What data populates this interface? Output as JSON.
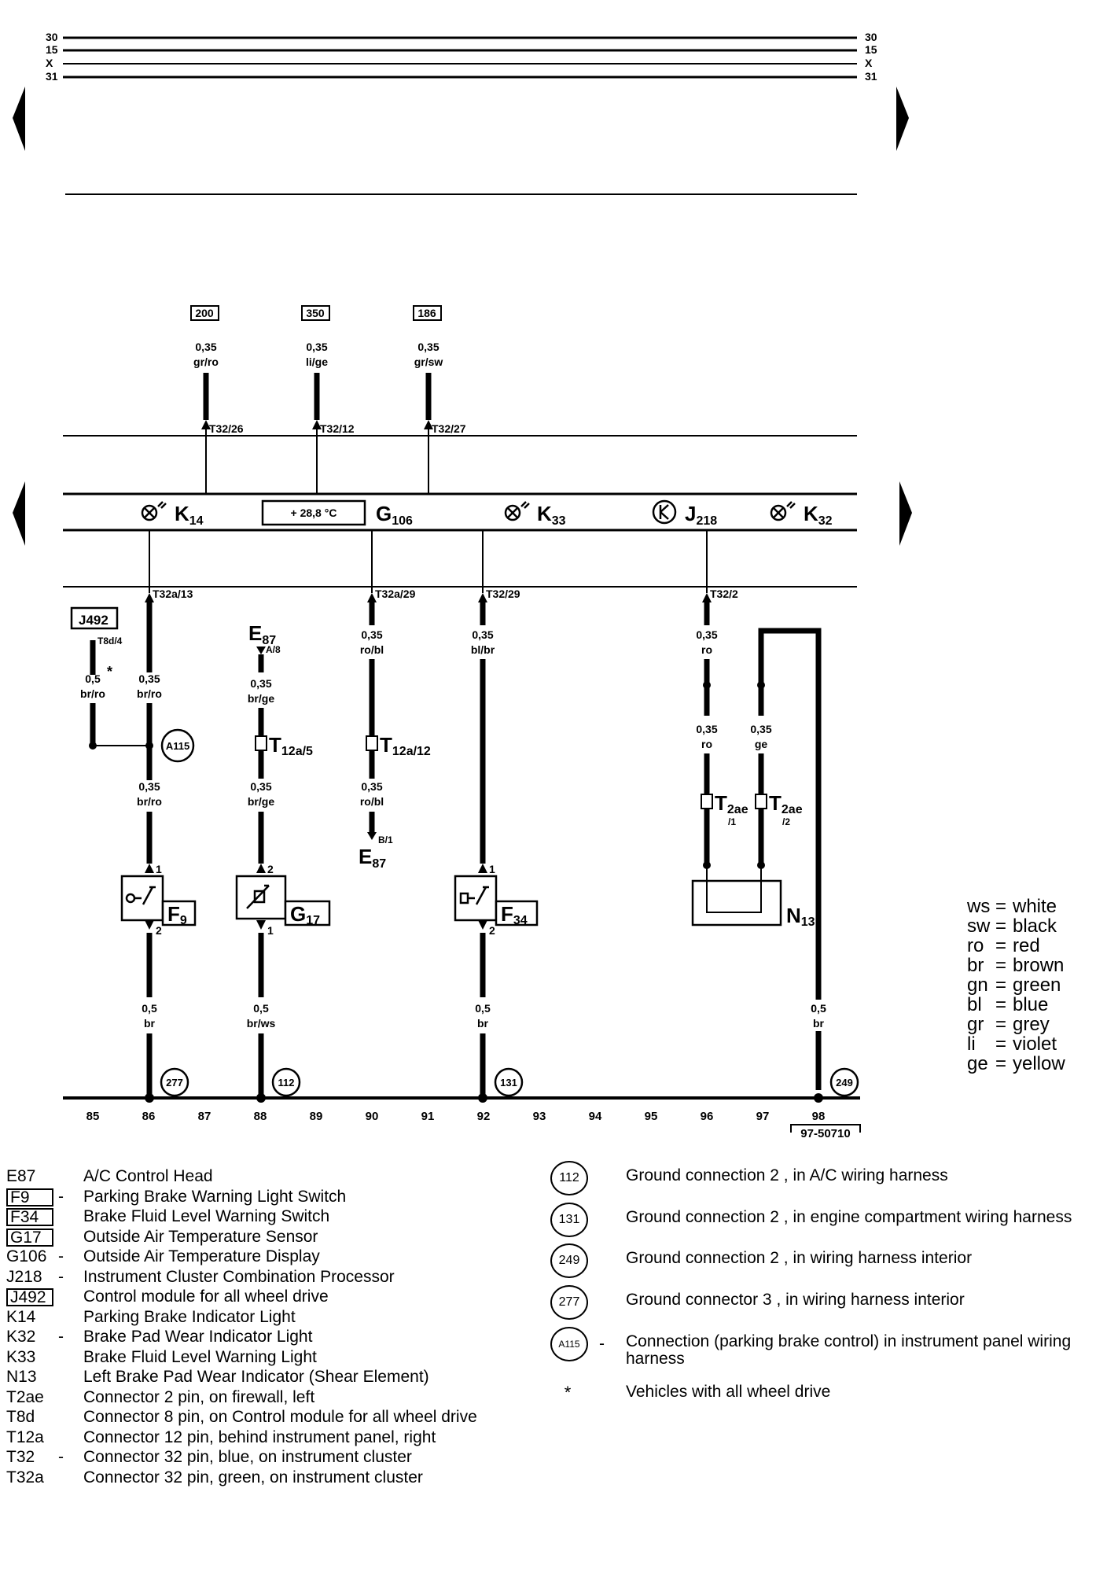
{
  "bus": {
    "left_labels": [
      "30",
      "15",
      "X",
      "31"
    ],
    "right_labels": [
      "30",
      "15",
      "X",
      "31"
    ]
  },
  "top_refs": [
    {
      "ref": "200",
      "size": "0,35",
      "color": "gr/ro",
      "pin": "T32/26"
    },
    {
      "ref": "350",
      "size": "0,35",
      "color": "li/ge",
      "pin": "T32/12"
    },
    {
      "ref": "186",
      "size": "0,35",
      "color": "gr/sw",
      "pin": "T32/27"
    }
  ],
  "cluster": {
    "k14": {
      "main": "K",
      "sub": "14"
    },
    "display": "+ 28,8 °C",
    "g106": {
      "main": "G",
      "sub": "106"
    },
    "k33": {
      "main": "K",
      "sub": "33"
    },
    "j218": {
      "main": "J",
      "sub": "218"
    },
    "k32": {
      "main": "K",
      "sub": "32"
    }
  },
  "pins_bottom": [
    "T32a/13",
    "T32a/29",
    "T32/29",
    "T32/2"
  ],
  "wires": {
    "j492": {
      "label": "J492",
      "pin": "T8d/4",
      "size": "0,5",
      "color": "br/ro",
      "star": "*"
    },
    "t32a13_upper": {
      "size": "0,35",
      "color": "br/ro"
    },
    "t32a13_lower": {
      "size": "0,35",
      "color": "br/ro"
    },
    "a115": "A115",
    "e87_top": {
      "main": "E",
      "sub": "87",
      "pin": "A/8"
    },
    "g17_upper": {
      "size": "0,35",
      "color": "br/ge"
    },
    "t12a5": {
      "main": "T",
      "sub": "12a/5"
    },
    "g17_lower": {
      "size": "0,35",
      "color": "br/ge"
    },
    "g106_upper": {
      "size": "0,35",
      "color": "ro/bl"
    },
    "t12a12": {
      "main": "T",
      "sub": "12a/12"
    },
    "g106_lower": {
      "size": "0,35",
      "color": "ro/bl"
    },
    "e87_bottom": {
      "main": "E",
      "sub": "87",
      "pin": "B/1"
    },
    "k33_upper": {
      "size": "0,35",
      "color": "bl/br"
    },
    "j218_upper": {
      "size": "0,35",
      "color": "ro"
    },
    "n13_left": {
      "size": "0,35",
      "color": "ro"
    },
    "n13_right": {
      "size": "0,35",
      "color": "ge"
    },
    "t2ae1": {
      "main": "T",
      "sub": "2ae",
      "pin": "/1"
    },
    "t2ae2": {
      "main": "T",
      "sub": "2ae",
      "pin": "/2"
    }
  },
  "components": {
    "f9": {
      "main": "F",
      "sub": "9",
      "pin_top": "1",
      "pin_bottom": "2"
    },
    "g17": {
      "main": "G",
      "sub": "17",
      "pin_top": "2",
      "pin_bottom": "1"
    },
    "f34": {
      "main": "F",
      "sub": "34",
      "pin_top": "1",
      "pin_bottom": "2"
    },
    "n13": {
      "main": "N",
      "sub": "13"
    }
  },
  "ground_wires": [
    {
      "size": "0,5",
      "color": "br",
      "ground": "277"
    },
    {
      "size": "0,5",
      "color": "br/ws",
      "ground": "112"
    },
    {
      "size": "0,5",
      "color": "br",
      "ground": "131"
    },
    {
      "size": "0,5",
      "color": "br",
      "ground": "249"
    }
  ],
  "tracks": [
    "85",
    "86",
    "87",
    "88",
    "89",
    "90",
    "91",
    "92",
    "93",
    "94",
    "95",
    "96",
    "97",
    "98"
  ],
  "diagram_code": "97-50710",
  "color_legend": [
    {
      "code": "ws",
      "name": "white"
    },
    {
      "code": "sw",
      "name": "black"
    },
    {
      "code": "ro",
      "name": "red"
    },
    {
      "code": "br",
      "name": "brown"
    },
    {
      "code": "gn",
      "name": "green"
    },
    {
      "code": "bl",
      "name": "blue"
    },
    {
      "code": "gr",
      "name": "grey"
    },
    {
      "code": "li",
      "name": "violet"
    },
    {
      "code": "ge",
      "name": "yellow"
    }
  ],
  "component_list": [
    {
      "code": "E87",
      "dash": "",
      "desc": "A/C Control Head",
      "boxed": false
    },
    {
      "code": "F9",
      "dash": "-",
      "desc": "Parking Brake Warning Light Switch",
      "boxed": true
    },
    {
      "code": "F34",
      "dash": "",
      "desc": "Brake Fluid Level Warning Switch",
      "boxed": true
    },
    {
      "code": "G17",
      "dash": "",
      "desc": "Outside Air Temperature Sensor",
      "boxed": true
    },
    {
      "code": "G106",
      "dash": "-",
      "desc": "Outside Air Temperature Display",
      "boxed": false
    },
    {
      "code": "J218",
      "dash": "-",
      "desc": "Instrument Cluster Combination Processor",
      "boxed": false
    },
    {
      "code": "J492",
      "dash": "",
      "desc": "Control module for all wheel drive",
      "boxed": true
    },
    {
      "code": "K14",
      "dash": "",
      "desc": "Parking Brake Indicator Light",
      "boxed": false
    },
    {
      "code": "K32",
      "dash": "-",
      "desc": "Brake Pad Wear Indicator Light",
      "boxed": false
    },
    {
      "code": "K33",
      "dash": "",
      "desc": "Brake Fluid Level Warning Light",
      "boxed": false
    },
    {
      "code": "N13",
      "dash": "",
      "desc": "Left Brake Pad Wear Indicator (Shear Element)",
      "boxed": false
    },
    {
      "code": "T2ae",
      "dash": "",
      "desc": "Connector 2 pin, on firewall, left",
      "boxed": false
    },
    {
      "code": "T8d",
      "dash": "",
      "desc": "Connector 8 pin, on Control module for all wheel drive",
      "boxed": false
    },
    {
      "code": "T12a",
      "dash": "",
      "desc": "Connector 12 pin, behind instrument panel, right",
      "boxed": false
    },
    {
      "code": "T32",
      "dash": "-",
      "desc": "Connector 32 pin, blue, on instrument cluster",
      "boxed": false
    },
    {
      "code": "T32a",
      "dash": "",
      "desc": "Connector 32 pin, green, on instrument cluster",
      "boxed": false
    }
  ],
  "ground_list": [
    {
      "id": "112",
      "dash": "",
      "desc": "Ground connection 2 , in A/C wiring harness"
    },
    {
      "id": "131",
      "dash": "",
      "desc": "Ground connection 2 , in engine compartment wiring harness"
    },
    {
      "id": "249",
      "dash": "",
      "desc": "Ground connection 2 , in wiring harness interior"
    },
    {
      "id": "277",
      "dash": "",
      "desc": "Ground connector 3 , in wiring harness interior"
    },
    {
      "id": "A115",
      "dash": "-",
      "desc": "Connection (parking brake control) in instrument panel wiring harness"
    },
    {
      "id": "*",
      "dash": "",
      "desc": "Vehicles with all wheel drive"
    }
  ]
}
